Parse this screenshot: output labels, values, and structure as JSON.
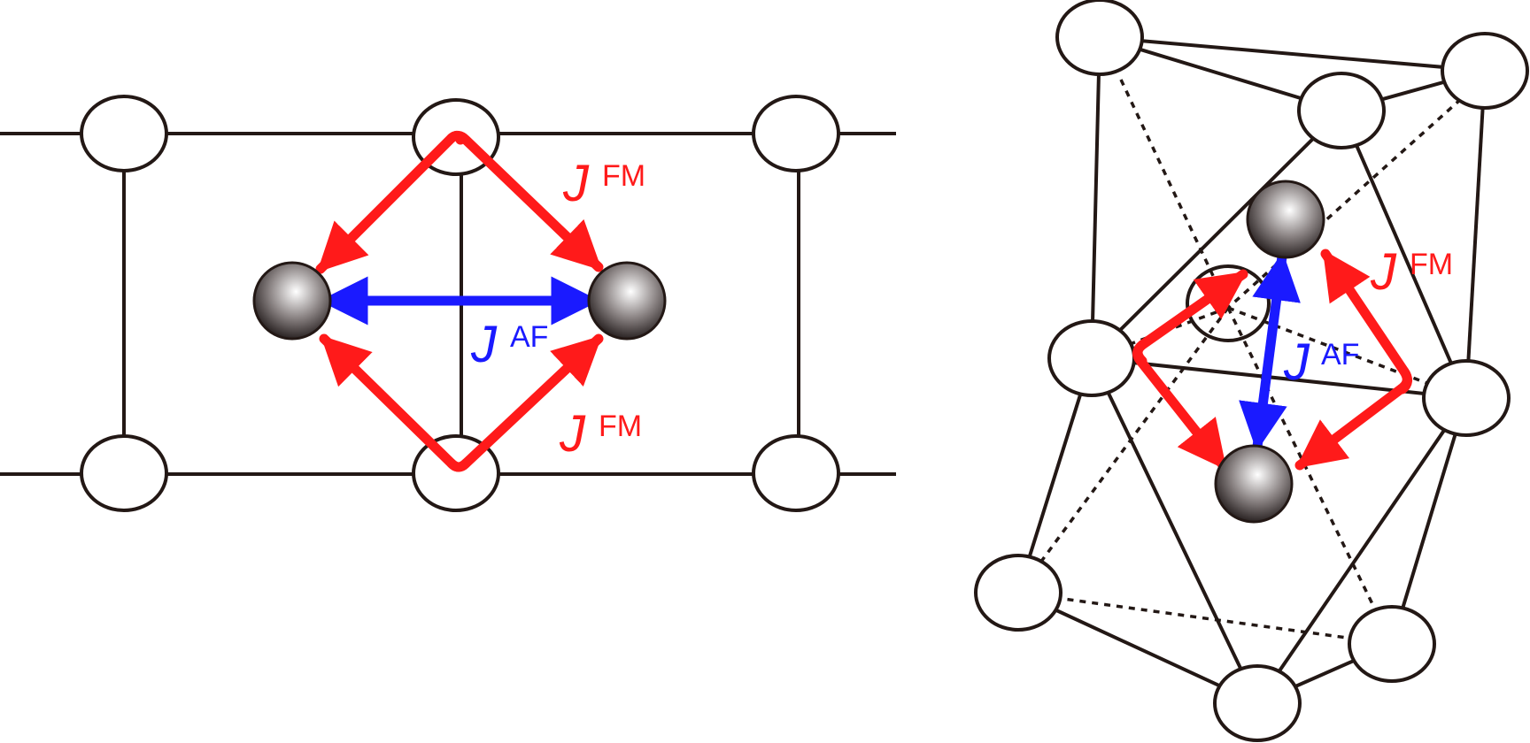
{
  "colors": {
    "ferromagnetic": "#ff1a1a",
    "antiferromagnetic": "#1a1aff",
    "bond": "#231815",
    "atom_fill": "#ffffff",
    "ion_dark": "#2b2424",
    "ion_light": "#ffffff"
  },
  "labels": {
    "left_fm_top": {
      "main": "J",
      "sup": "FM"
    },
    "left_af": {
      "main": "J",
      "sup": "AF"
    },
    "left_fm_bottom": {
      "main": "J",
      "sup": "FM"
    },
    "right_fm": {
      "main": "J",
      "sup": "FM"
    },
    "right_af": {
      "main": "J",
      "sup": "AF"
    }
  }
}
